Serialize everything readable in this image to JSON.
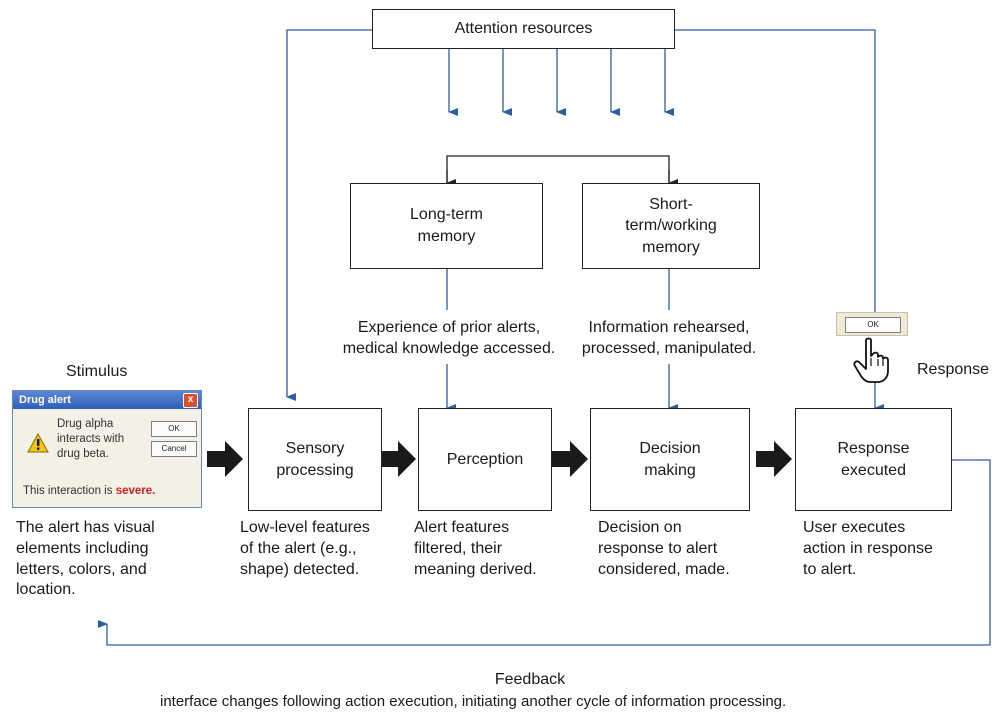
{
  "attention": "Attention resources",
  "memory": {
    "long_term": "Long-term memory",
    "short_term_line1": "Short-",
    "short_term_line2": "term/working",
    "short_term_line3": "memory"
  },
  "memory_notes": {
    "long_term_line1": "Experience of prior alerts,",
    "long_term_line2": "medical knowledge accessed.",
    "short_term_line1": "Information rehearsed,",
    "short_term_line2": "processed, manipulated."
  },
  "stimulus_label": "Stimulus",
  "response_label": "Response",
  "stages": [
    {
      "label_line1": "Sensory",
      "label_line2": "processing",
      "desc": [
        "Low-level features",
        "of the alert (e.g.,",
        "shape) detected."
      ]
    },
    {
      "label_line1": "Perception",
      "label_line2": "",
      "desc": [
        "Alert features",
        "filtered, their",
        "meaning derived."
      ]
    },
    {
      "label_line1": "Decision",
      "label_line2": "making",
      "desc": [
        "Decision on",
        "response to alert",
        "considered, made."
      ]
    },
    {
      "label_line1": "Response",
      "label_line2": "executed",
      "desc": [
        "User executes",
        "action in response",
        "to alert."
      ]
    }
  ],
  "stimulus_desc": [
    "The alert has visual",
    "elements including",
    "letters, colors, and",
    "location."
  ],
  "dialog": {
    "title": "Drug alert",
    "close": "x",
    "message_line1": "Drug alpha",
    "message_line2": "interacts with",
    "message_line3": "drug beta.",
    "ok": "OK",
    "cancel": "Cancel",
    "severity_prefix": "This interaction is ",
    "severity_word": "severe."
  },
  "ok_button": "OK",
  "feedback": {
    "title": "Feedback",
    "desc": "interface changes following action execution, initiating another cycle of information processing."
  },
  "colors": {
    "line": "#2d5fa3",
    "arrow_big": "#1a1a1a",
    "box_border": "#222222",
    "severe": "#d21d1d"
  }
}
